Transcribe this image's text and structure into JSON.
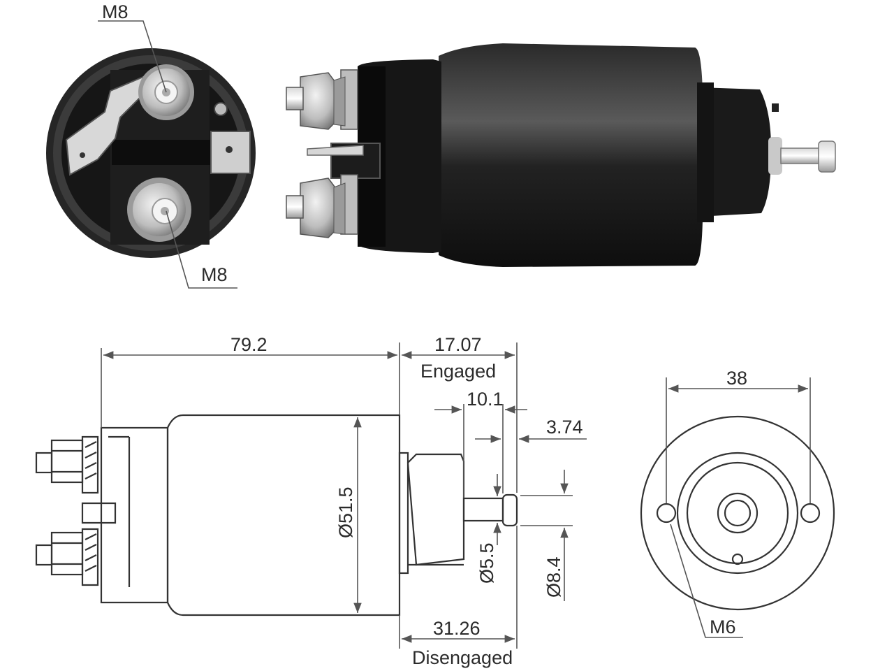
{
  "photo_front_view": {
    "top_terminal_label": "M8",
    "bottom_terminal_label": "M8"
  },
  "drawing_side_view": {
    "overall_length": "79.2",
    "engaged_travel": "17.07",
    "engaged_label": "Engaged",
    "plunger_offset": "10.1",
    "tip_length": "3.74",
    "body_diameter": "Ø51.5",
    "shaft_diameter": "Ø5.5",
    "tip_diameter": "Ø8.4",
    "disengaged_travel": "31.26",
    "disengaged_label": "Disengaged"
  },
  "drawing_end_view": {
    "hole_spacing": "38",
    "mount_thread": "M6"
  },
  "colors": {
    "body_dark": "#1c1c1c",
    "line": "#333333"
  }
}
